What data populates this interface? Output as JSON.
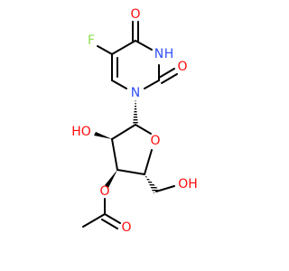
{
  "molecule": {
    "atoms": {
      "o_top": "O",
      "nh": "N",
      "h_nh": "H",
      "o_right": "O",
      "n_ring": "N",
      "fluorine": "F",
      "ho_left": "HO",
      "o_ring": "O",
      "o_ester": "O",
      "o_carbonyl": "O",
      "oh_right": "OH"
    },
    "colors": {
      "oxygen": "#ff0d0d",
      "nitrogen": "#3050f8",
      "fluorine": "#90e050",
      "carbon": "#000000"
    }
  }
}
